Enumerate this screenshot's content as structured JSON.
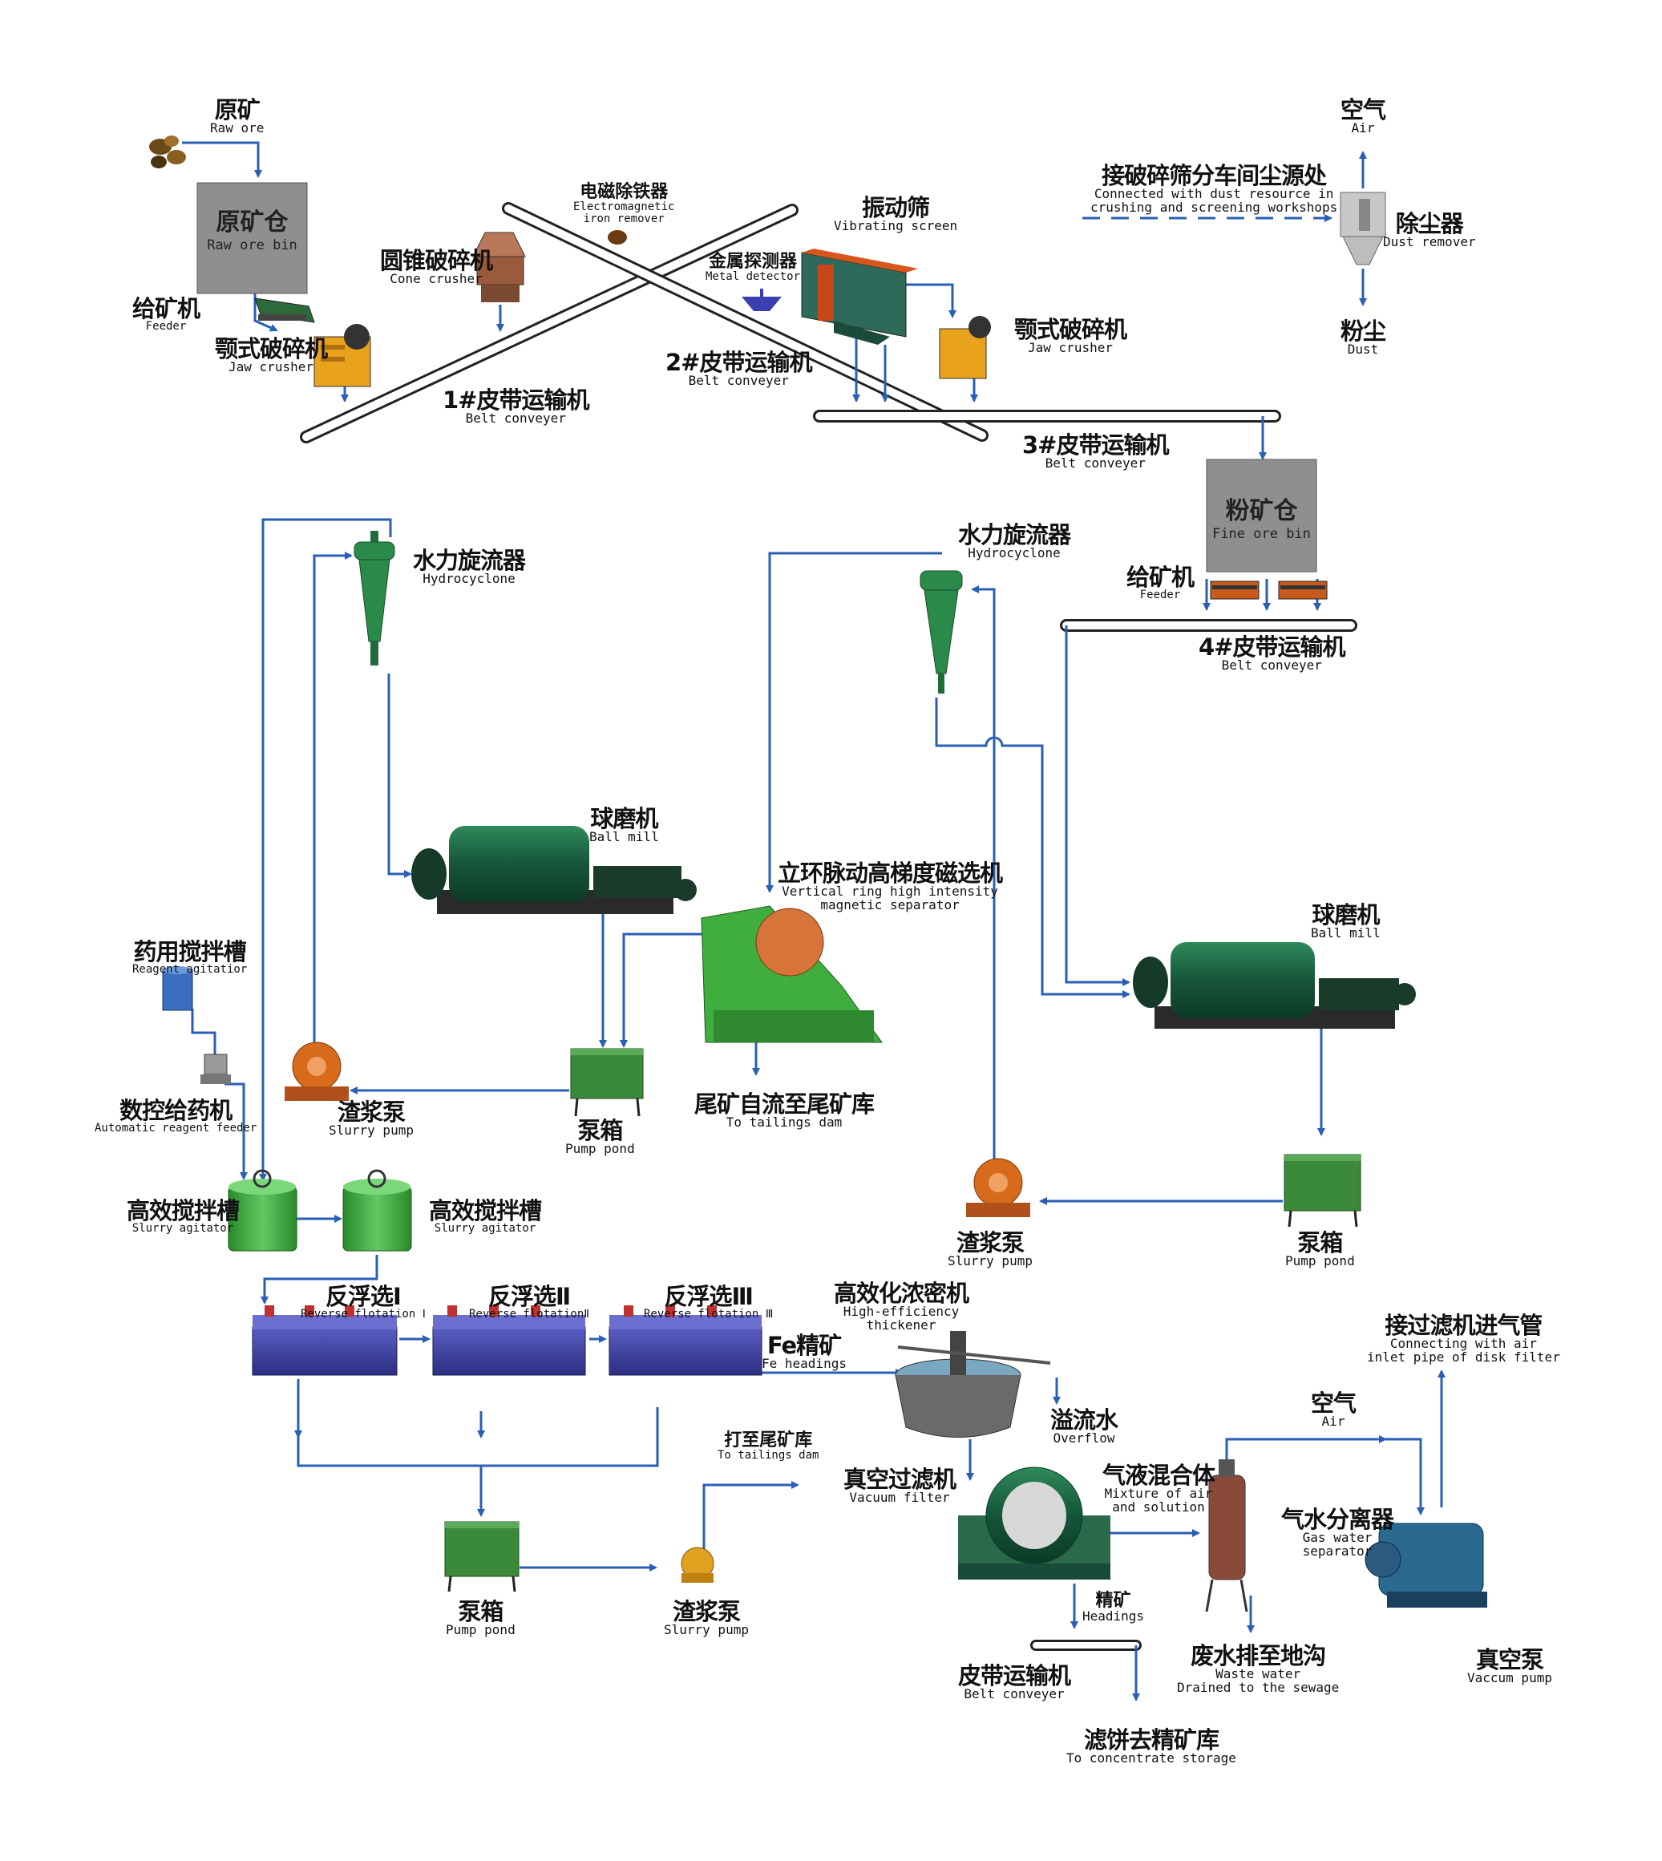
{
  "colors": {
    "pipe": "#2a5fb6",
    "equipment_green": "#1f6b44",
    "flotation_blue": "#3b3f9c",
    "pump_orange": "#d86a1c",
    "agitator_green": "#3aa53a",
    "bin_grey": "#8f8f8f"
  },
  "labels": {
    "raw_ore": {
      "cn": "原矿",
      "en": "Raw ore"
    },
    "raw_ore_bin": {
      "cn": "原矿仓",
      "en": "Raw ore bin"
    },
    "feeder1": {
      "cn": "给矿机",
      "en": "Feeder"
    },
    "jaw1": {
      "cn": "颚式破碎机",
      "en": "Jaw crusher"
    },
    "cone": {
      "cn": "圆锥破碎机",
      "en": "Cone crusher"
    },
    "iron_remover": {
      "cn": "电磁除铁器",
      "en": "Electromagnetic",
      "en2": "iron remover"
    },
    "metal_detector": {
      "cn": "金属探测器",
      "en": "Metal detector"
    },
    "vib_screen": {
      "cn": "振动筛",
      "en": "Vibrating screen"
    },
    "jaw2": {
      "cn": "颚式破碎机",
      "en": "Jaw crusher"
    },
    "belt1": {
      "cn": "1#皮带运输机",
      "en": "Belt conveyer"
    },
    "belt2": {
      "cn": "2#皮带运输机",
      "en": "Belt conveyer"
    },
    "belt3": {
      "cn": "3#皮带运输机",
      "en": "Belt conveyer"
    },
    "belt4": {
      "cn": "4#皮带运输机",
      "en": "Belt conveyer"
    },
    "dust_src": {
      "cn": "接破碎筛分车间尘源处",
      "en": "Connected with dust resource in",
      "en2": "crushing and screening workshops"
    },
    "air1": {
      "cn": "空气",
      "en": "Air"
    },
    "dust_remover": {
      "cn": "除尘器",
      "en": "Dust remover"
    },
    "dust": {
      "cn": "粉尘",
      "en": "Dust"
    },
    "fine_ore_bin": {
      "cn": "粉矿仓",
      "en": "Fine ore bin"
    },
    "feeder2": {
      "cn": "给矿机",
      "en": "Feeder"
    },
    "hydro1": {
      "cn": "水力旋流器",
      "en": "Hydrocyclone"
    },
    "hydro2": {
      "cn": "水力旋流器",
      "en": "Hydrocyclone"
    },
    "ballmill1": {
      "cn": "球磨机",
      "en": "Ball mill"
    },
    "ballmill2": {
      "cn": "球磨机",
      "en": "Ball mill"
    },
    "magsep": {
      "cn": "立环脉动高梯度磁选机",
      "en": "Vertical ring high intensity",
      "en2": "magnetic separator"
    },
    "tail_dam": {
      "cn": "尾矿自流至尾矿库",
      "en": "To tailings dam"
    },
    "reagent_ag": {
      "cn": "药用搅拌槽",
      "en": "Reagent agitatior"
    },
    "auto_feeder": {
      "cn": "数控给药机",
      "en": "Automatic reagent feeder"
    },
    "slurry_pump1": {
      "cn": "渣浆泵",
      "en": "Slurry pump"
    },
    "pump_pond1": {
      "cn": "泵箱",
      "en": "Pump pond"
    },
    "slurry_pump2": {
      "cn": "渣浆泵",
      "en": "Slurry pump"
    },
    "pump_pond2": {
      "cn": "泵箱",
      "en": "Pump pond"
    },
    "slurry_ag1": {
      "cn": "高效搅拌槽",
      "en": "Slurry agitator"
    },
    "slurry_ag2": {
      "cn": "高效搅拌槽",
      "en": "Slurry agitator"
    },
    "rf1": {
      "cn": "反浮选Ⅰ",
      "en": "Reverse flotation Ⅰ"
    },
    "rf2": {
      "cn": "反浮选Ⅱ",
      "en": "Reverse flotationⅡ"
    },
    "rf3": {
      "cn": "反浮选Ⅲ",
      "en": "Reverse flotation Ⅲ"
    },
    "fe_head": {
      "cn": "Fe精矿",
      "en": "Fe headings"
    },
    "thickener": {
      "cn": "高效化浓密机",
      "en": "High-efficiency",
      "en2": "thickener"
    },
    "overflow": {
      "cn": "溢流水",
      "en": "Overflow"
    },
    "to_tail2": {
      "cn": "打至尾矿库",
      "en": "To tailings dam"
    },
    "pump_pond3": {
      "cn": "泵箱",
      "en": "Pump pond"
    },
    "slurry_pump3": {
      "cn": "渣浆泵",
      "en": "Slurry pump"
    },
    "vac_filter": {
      "cn": "真空过滤机",
      "en": "Vacuum filter"
    },
    "mixture": {
      "cn": "气液混合体",
      "en": "Mixture of air",
      "en2": "and solution"
    },
    "air2": {
      "cn": "空气",
      "en": "Air"
    },
    "filter_pipe": {
      "cn": "接过滤机进气管",
      "en": "Connecting with air",
      "en2": "inlet pipe of disk filter"
    },
    "gw_sep": {
      "cn": "气水分离器",
      "en": "Gas water",
      "en2": "separator"
    },
    "vac_pump": {
      "cn": "真空泵",
      "en": "Vaccum pump"
    },
    "headings": {
      "cn": "精矿",
      "en": "Headings"
    },
    "belt5": {
      "cn": "皮带运输机",
      "en": "Belt conveyer"
    },
    "waste": {
      "cn": "废水排至地沟",
      "en": "Waste water",
      "en2": "Drained to the sewage"
    },
    "cake": {
      "cn": "滤饼去精矿库",
      "en": "To concentrate storage"
    }
  }
}
